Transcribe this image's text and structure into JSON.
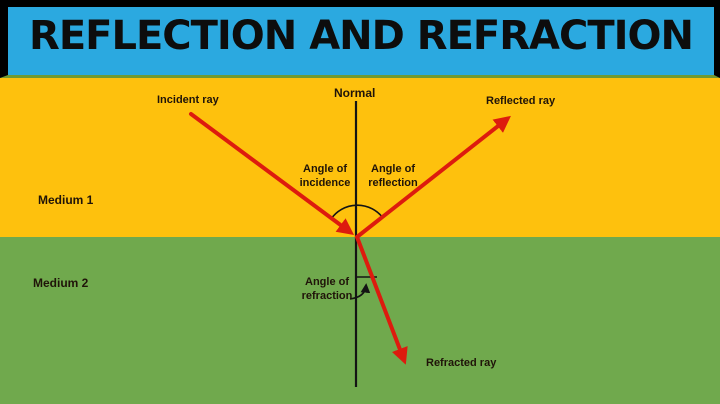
{
  "title": "REFLECTION AND REFRACTION",
  "colors": {
    "band_blue": "#2BA9E0",
    "medium1_yellow": "#FEC10D",
    "medium2_green": "#70A94D",
    "divider_olive": "#6F9A33",
    "ray_red": "#DD1B0E",
    "line_black": "#141414",
    "label_text": "#201409",
    "border_black": "#000000"
  },
  "labels": {
    "incident_ray": "Incident ray",
    "normal": "Normal",
    "reflected_ray": "Reflected ray",
    "angle_of_incidence": "Angle of incidence",
    "angle_of_reflection": "Angle of reflection",
    "angle_of_refraction": "Angle of refraction",
    "refracted_ray": "Refracted ray",
    "medium1": "Medium 1",
    "medium2": "Medium 2"
  }
}
